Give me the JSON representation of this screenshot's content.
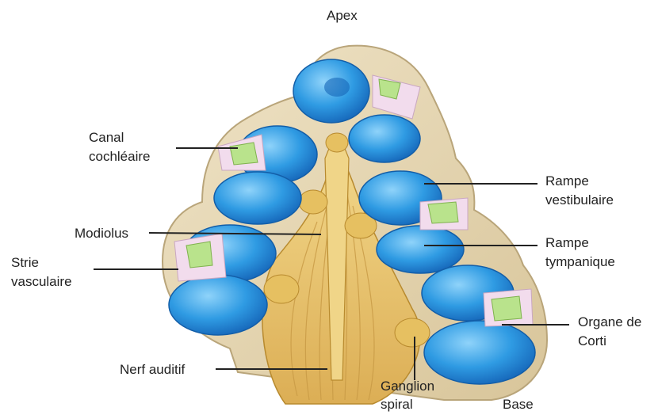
{
  "labels": {
    "apex": "Apex",
    "canal_l1": "Canal",
    "canal_l2": "cochléaire",
    "modiolus": "Modiolus",
    "strie_l1": "Strie",
    "strie_l2": "vasculaire",
    "nerf": "Nerf auditif",
    "rv_l1": "Rampe",
    "rv_l2": "vestibulaire",
    "rt_l1": "Rampe",
    "rt_l2": "tympanique",
    "organe_l1": "Organe de",
    "organe_l2": "Corti",
    "ganglion_l1": "Ganglion",
    "ganglion_l2": "spiral",
    "base": "Base"
  },
  "colors": {
    "bone": "#e7d9b8",
    "bone_edge": "#b9a57a",
    "scala": "#2f9be3",
    "scala_dark": "#1773c4",
    "scala_light": "#7fc8f5",
    "nerve": "#e9c56a",
    "nerve_dark": "#b88a2e",
    "duct": "#f2dced",
    "organ": "#b9e38c",
    "line": "#222222"
  }
}
